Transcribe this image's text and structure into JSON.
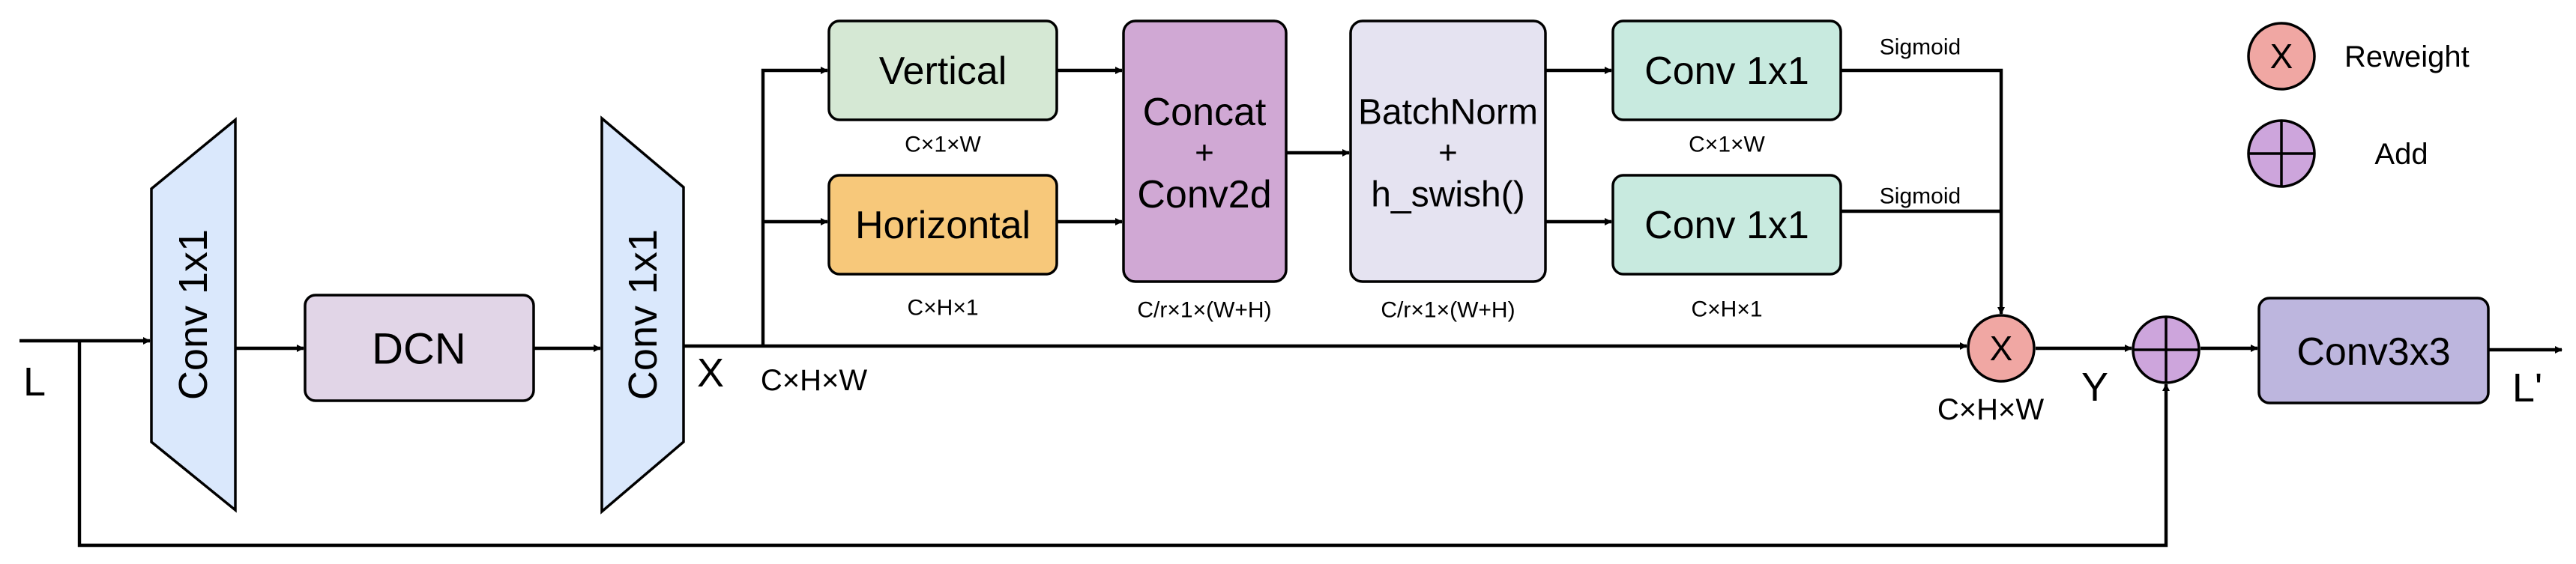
{
  "colors": {
    "conv_trapezoid": "#dae8fc",
    "dcn": "#e1d5e7",
    "vertical": "#d5e8d4",
    "horizontal": "#f7c87a",
    "concat": "#d0a8d4",
    "batchnorm": "#e5e3f1",
    "conv_branch": "#c8eadf",
    "conv3x3": "#bdb6de",
    "reweight": "#f0a7a3",
    "add": "#cda5dc",
    "stroke": "#000000"
  },
  "labels": {
    "input": "L",
    "output": "L'",
    "x": "X",
    "y": "Y",
    "x_dims": "C×H×W",
    "reweight_dims": "C×H×W"
  },
  "blocks": {
    "conv1": "Conv 1x1",
    "dcn": "DCN",
    "conv2": "Conv 1x1",
    "vertical": "Vertical",
    "vertical_dims": "C×1×W",
    "horizontal": "Horizontal",
    "horizontal_dims": "C×H×1",
    "concat": [
      "Concat",
      "+",
      "Conv2d"
    ],
    "concat_dims": "C/r×1×(W+H)",
    "batchnorm": [
      "BatchNorm",
      "+",
      "h_swish()"
    ],
    "batchnorm_dims": "C/r×1×(W+H)",
    "conv_top": "Conv 1x1",
    "conv_top_dims": "C×1×W",
    "conv_bottom": "Conv 1x1",
    "conv_bottom_dims": "C×H×1",
    "sigmoid_top": "Sigmoid",
    "sigmoid_bottom": "Sigmoid",
    "conv3x3": "Conv3x3"
  },
  "nodes": {
    "reweight_symbol": "X"
  },
  "legend": {
    "reweight_symbol": "X",
    "reweight_label": "Reweight",
    "add_label": "Add"
  }
}
